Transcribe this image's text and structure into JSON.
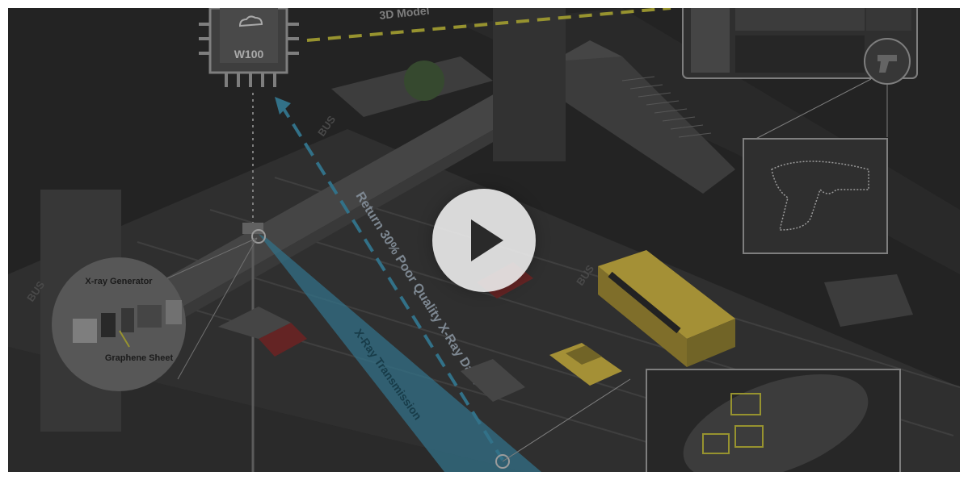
{
  "video": {
    "chip_label": "W100",
    "model_label": "3D Model",
    "return_label": "Return 30% Poor Quality X-Ray Data",
    "transmission_label": "X-Ray Transmission",
    "generator_label": "X-ray Generator",
    "graphene_label": "Graphene Sheet",
    "bus_label": "BUS",
    "bus_label_2": "BUS",
    "bus_label_3": "BUS"
  },
  "player": {
    "play_icon": "play-icon"
  },
  "colors": {
    "background": "#2b2b2b",
    "dashed_yellow": "#b9b43a",
    "beam_blue": "#3d8aa6",
    "bus_yellow": "#c9b043",
    "play_button": "#e8e8e8"
  }
}
